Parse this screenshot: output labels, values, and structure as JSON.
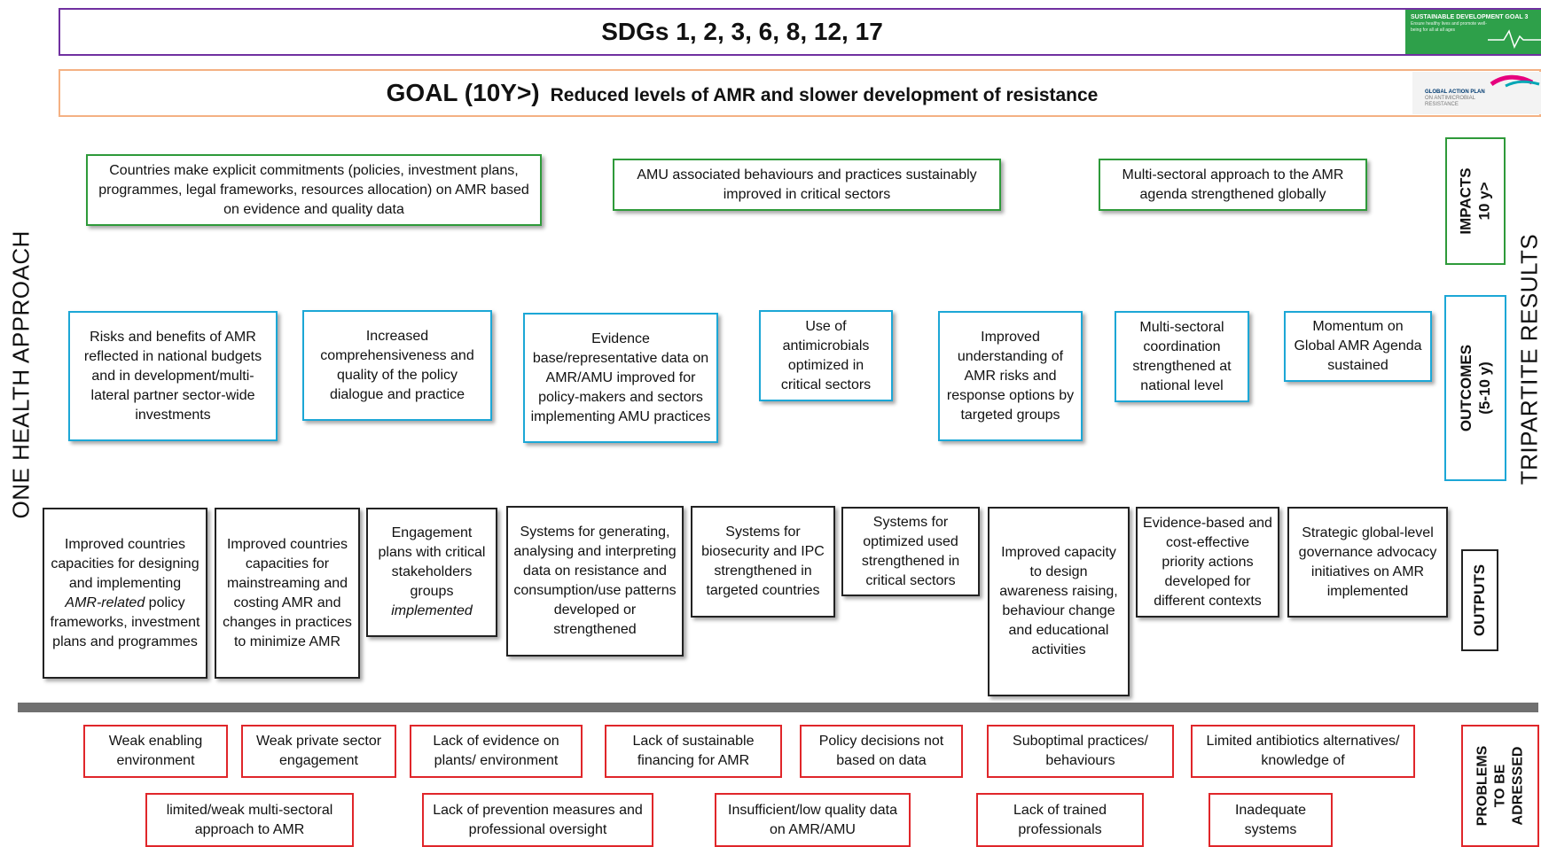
{
  "sdg_bar": {
    "text": "SDGs 1, 2, 3, 6, 8, 12, 17",
    "badge_title": "SUSTAINABLE DEVELOPMENT GOAL 3",
    "badge_sub": "Ensure healthy lives and promote well-being for all at all ages"
  },
  "goal_bar": {
    "prefix": "GOAL (10Y>)",
    "text": "Reduced levels of AMR and slower development of resistance",
    "logo_line1": "GLOBAL ACTION PLAN",
    "logo_line2": "ON ANTIMICROBIAL",
    "logo_line3": "RESISTANCE"
  },
  "side": {
    "left": "ONE HEALTH APPROACH",
    "right": "TRIPARTITE RESULTS"
  },
  "levels": {
    "impacts": "IMPACTS\n10 y>",
    "outcomes": "OUTCOMES\n(5-10 y)",
    "outputs": "OUTPUTS",
    "problems": "PROBLEMS\nTO BE\nADRESSED"
  },
  "impacts": [
    "Countries make explicit commitments (policies, investment plans, programmes, legal frameworks, resources allocation) on AMR based on evidence and quality data",
    "AMU associated  behaviours and practices sustainably improved in critical sectors",
    "Multi-sectoral approach to the AMR agenda strengthened globally"
  ],
  "outcomes": [
    "Risks and benefits of AMR reflected in national budgets and in development/multi-lateral partner sector-wide investments",
    "Increased comprehensiveness and quality of the policy dialogue and practice",
    "Evidence base/representative data on AMR/AMU improved for policy-makers and sectors implementing AMU practices",
    "Use of antimicrobials optimized in critical sectors",
    "Improved understanding of AMR risks and response options by targeted groups",
    "Multi-sectoral coordination strengthened at national level",
    "Momentum on Global AMR Agenda sustained"
  ],
  "outputs": [
    {
      "pre": "Improved countries capacities for designing and implementing ",
      "em": "AMR-related",
      "post": " policy frameworks, investment plans and programmes"
    },
    {
      "pre": "Improved countries capacities for mainstreaming and costing AMR and changes in practices to minimize AMR",
      "em": "",
      "post": ""
    },
    {
      "pre": "Engagement plans with critical stakeholders groups ",
      "em": "implemented",
      "post": ""
    },
    {
      "pre": "Systems for generating, analysing and interpreting data on resistance and consumption/use patterns developed or strengthened",
      "em": "",
      "post": ""
    },
    {
      "pre": "Systems for biosecurity and IPC strengthened in targeted countries",
      "em": "",
      "post": ""
    },
    {
      "pre": "Systems for optimized used strengthened in critical sectors",
      "em": "",
      "post": ""
    },
    {
      "pre": "Improved capacity to design awareness raising, behaviour change and educational activities",
      "em": "",
      "post": ""
    },
    {
      "pre": "Evidence-based and cost-effective priority actions developed for different contexts",
      "em": "",
      "post": ""
    },
    {
      "pre": "Strategic global-level governance advocacy initiatives on AMR implemented",
      "em": "",
      "post": ""
    }
  ],
  "problems_row1": [
    "Weak enabling environment",
    "Weak private sector engagement",
    "Lack of evidence on plants/ environment",
    "Lack of sustainable financing for AMR",
    "Policy decisions not based on data",
    "Suboptimal practices/ behaviours",
    "Limited antibiotics alternatives/ knowledge of"
  ],
  "problems_row2": [
    "limited/weak multi-sectoral approach to AMR",
    "Lack of prevention measures and professional oversight",
    "Insufficient/low quality data on AMR/AMU",
    "Lack of trained professionals",
    "Inadequate systems"
  ],
  "colors": {
    "sdg_border": "#7030a0",
    "goal_border": "#f4b183",
    "impact": "#2e9a3a",
    "outcome": "#1ca7d6",
    "output": "#222222",
    "problem": "#e0262a",
    "divider": "#707070"
  }
}
